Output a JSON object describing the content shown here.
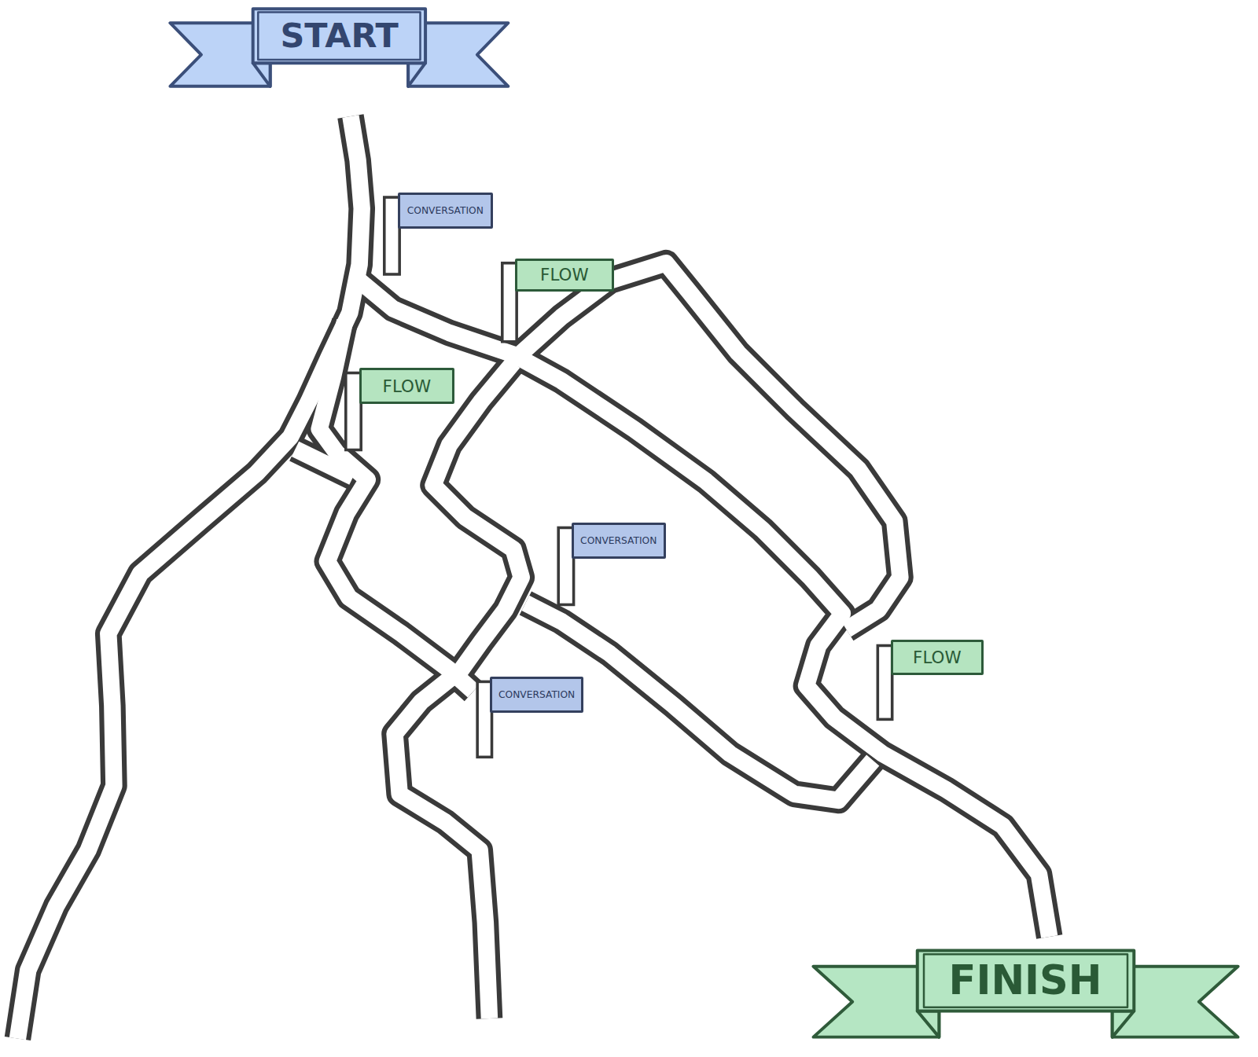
{
  "diagram": {
    "nodes": [
      {
        "text": [
          "START"
        ]
      },
      {
        "text": [
          "CONVERSATION"
        ]
      },
      {
        "text": [
          "FLOW"
        ]
      },
      {
        "text": [
          "FLOW"
        ]
      },
      {
        "text": [
          "CONVERSATION"
        ]
      },
      {
        "text": [
          "FLOW"
        ]
      },
      {
        "text": [
          "CONVERSATION"
        ]
      },
      {
        "text": [
          "FINISH"
        ]
      }
    ]
  }
}
